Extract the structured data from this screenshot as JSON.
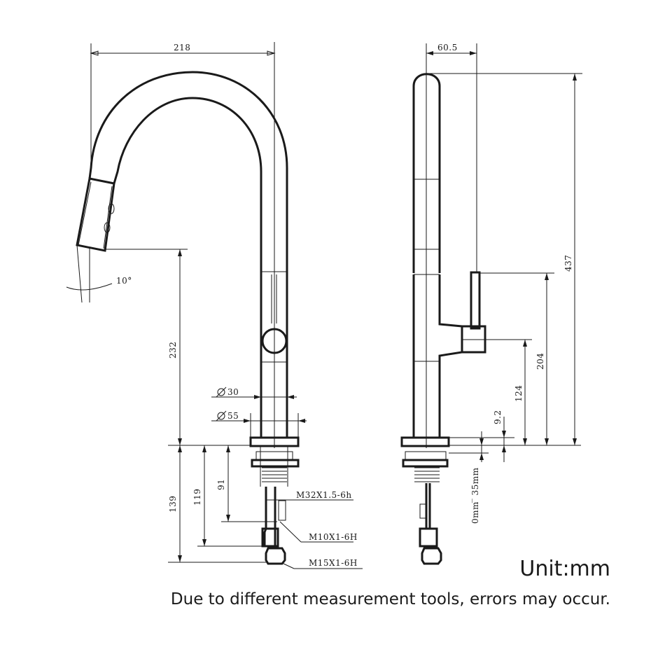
{
  "dimensions": {
    "front_width": "218",
    "side_offset": "60.5",
    "angle": "10°",
    "spout_height": "232",
    "dia_30": "30",
    "dia_55": "55",
    "below_139": "139",
    "below_119": "119",
    "below_91": "91",
    "thread_m32": "M32X1.5-6h",
    "thread_m10": "M10X1-6H",
    "thread_m15": "M15X1-6H",
    "total_437": "437",
    "handle_204": "204",
    "body_124": "124",
    "base_9_2": "9.2",
    "deck_range": "0mm ̅ 35mm"
  },
  "labels": {
    "unit": "Unit:mm",
    "note": "Due to different measurement tools, errors may occur."
  },
  "colors": {
    "line": "#1a1a1a",
    "background": "#ffffff"
  }
}
